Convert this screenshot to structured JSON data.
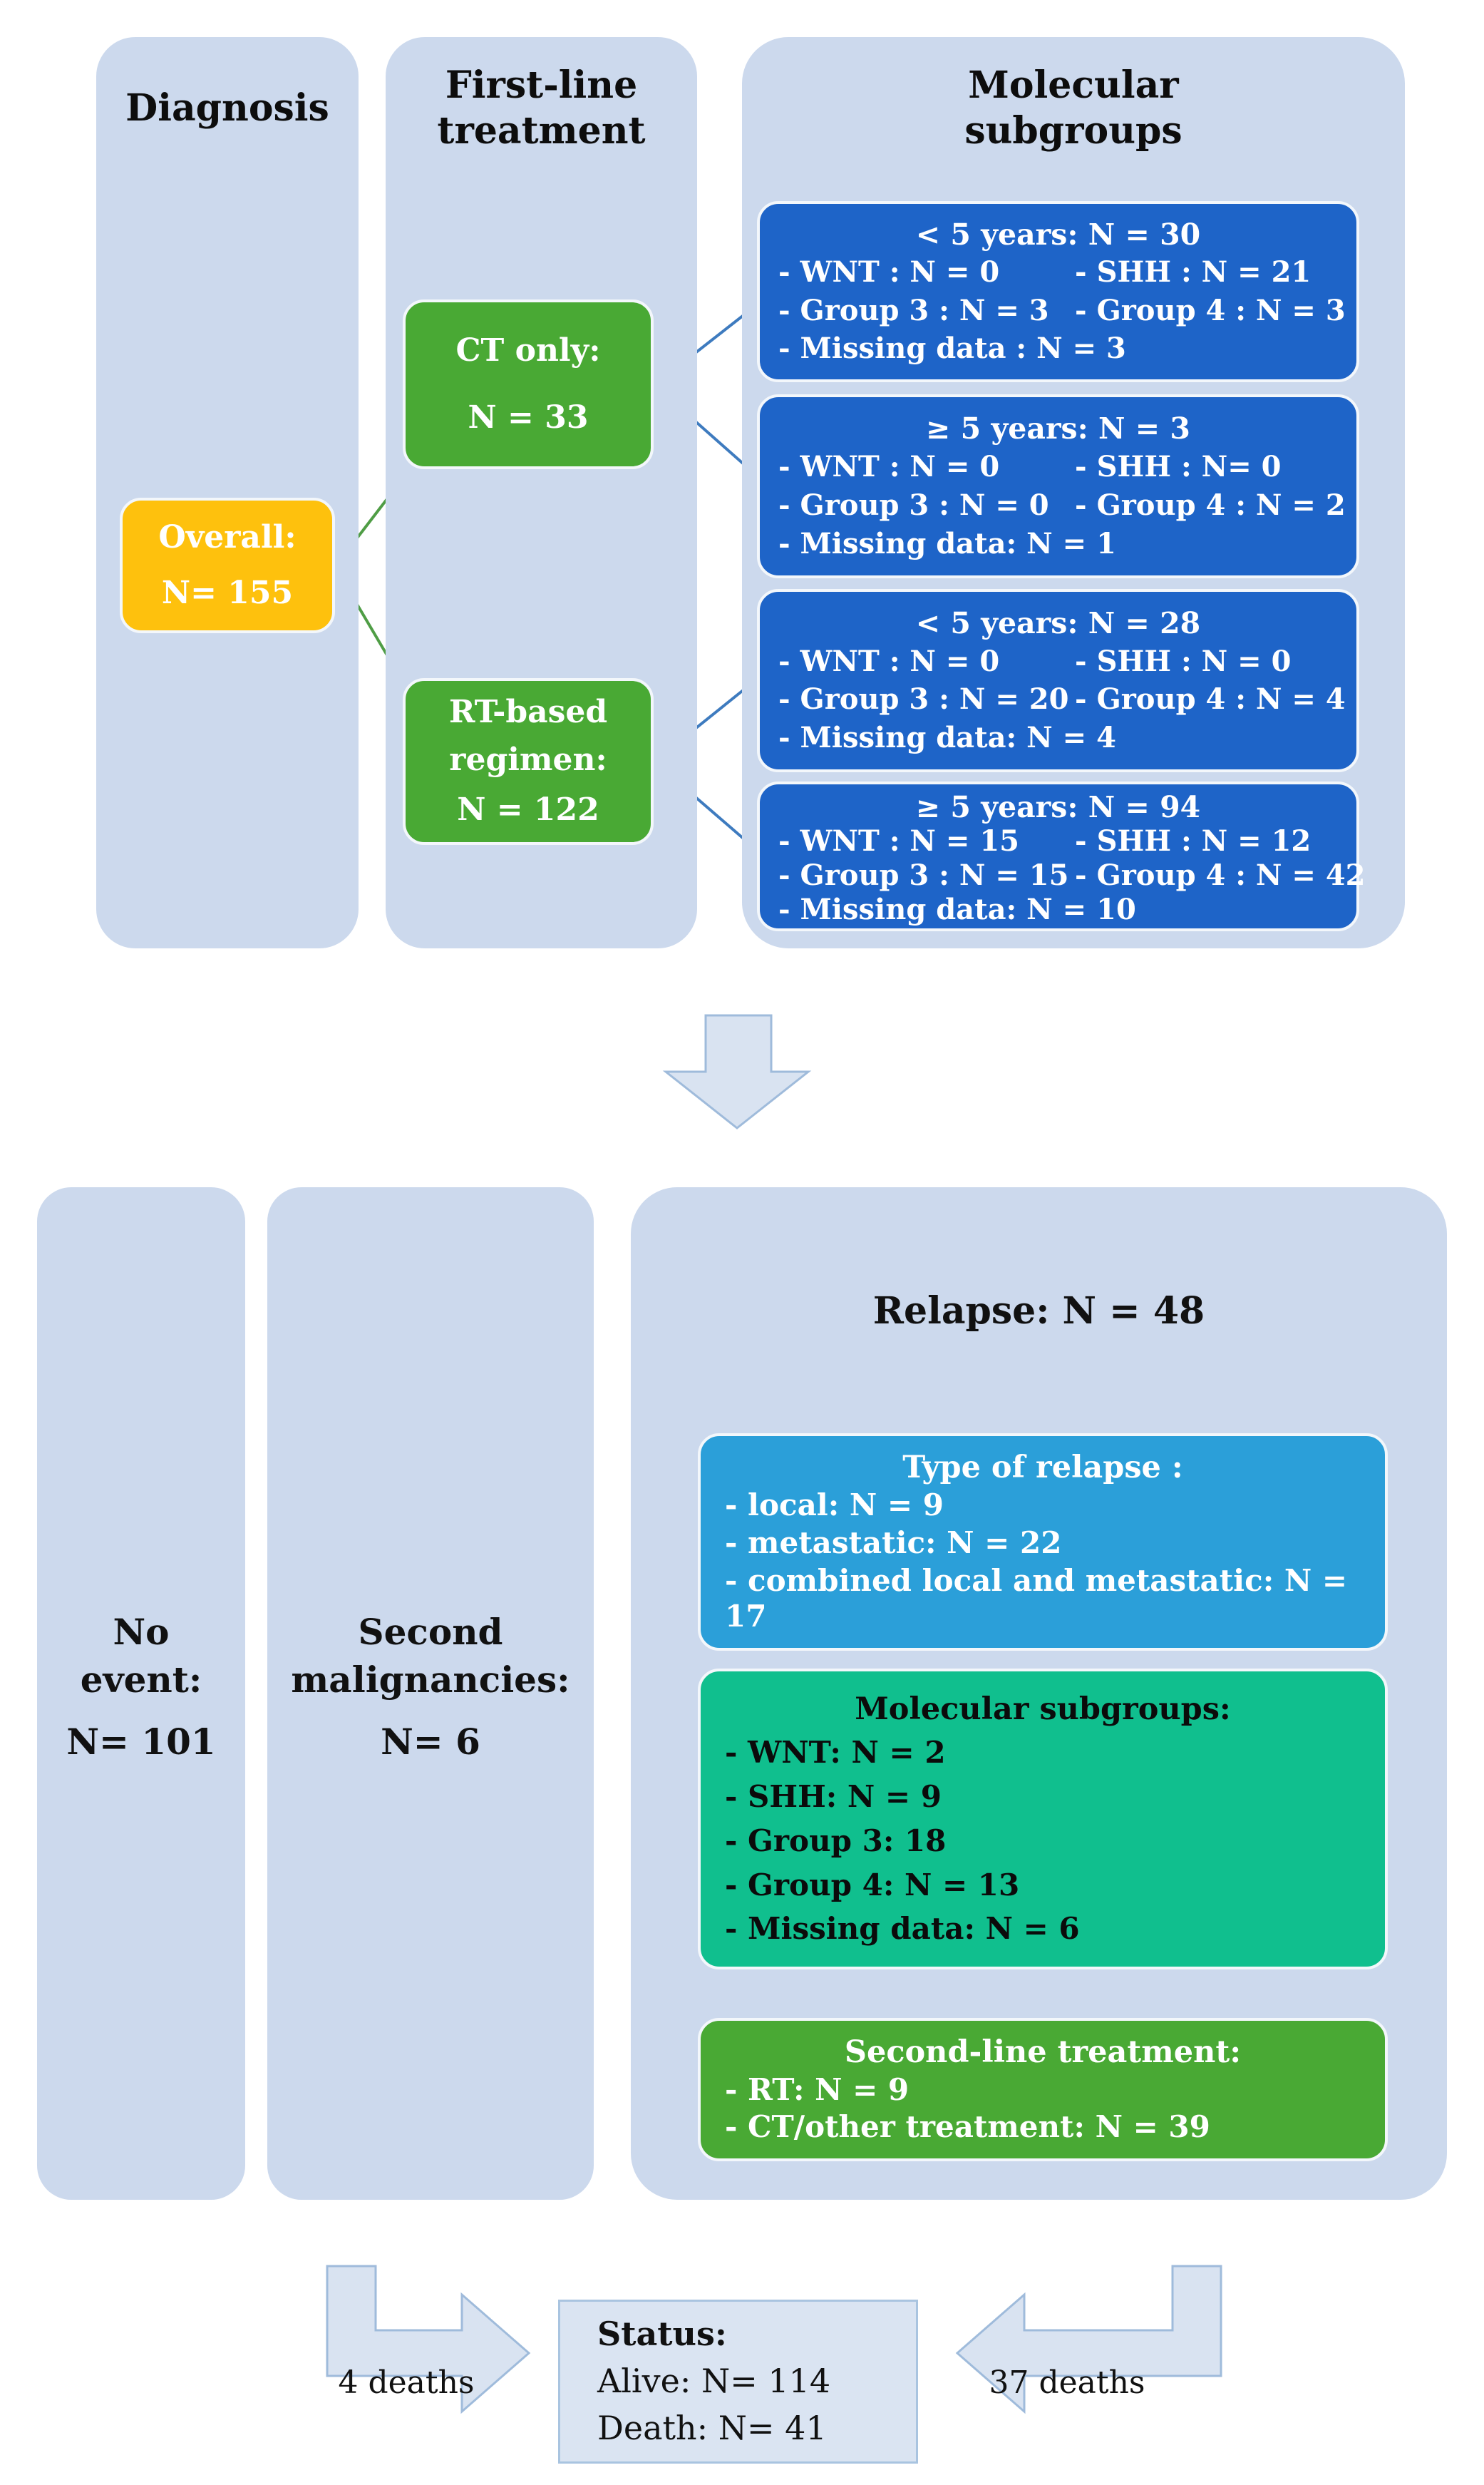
{
  "top": {
    "diagnosis": {
      "header": "Diagnosis",
      "overall": {
        "line1": "Overall:",
        "line2": "N= 155"
      }
    },
    "first_line": {
      "header_line1": "First-line",
      "header_line2": "treatment",
      "ct_box": {
        "line1": "CT only:",
        "line2": "N = 33"
      },
      "rt_box": {
        "line1": "RT-based",
        "line2": "regimen:",
        "line3": "N = 122"
      }
    },
    "molecular": {
      "header_line1": "Molecular",
      "header_line2": "subgroups",
      "boxes": [
        {
          "title": "< 5 years: N = 30",
          "items": [
            "- WNT : N = 0",
            "- SHH : N = 21",
            "- Group 3 : N = 3",
            "- Group 4 : N = 3"
          ],
          "missing": "- Missing data : N = 3"
        },
        {
          "title": "≥ 5 years: N = 3",
          "items": [
            "- WNT : N = 0",
            "- SHH : N= 0",
            "- Group 3 : N = 0",
            "- Group 4 : N = 2"
          ],
          "missing": "- Missing data: N = 1"
        },
        {
          "title": "< 5 years: N = 28",
          "items": [
            "- WNT : N = 0",
            "- SHH : N = 0",
            "- Group 3 : N = 20",
            "- Group 4 : N = 4"
          ],
          "missing": "- Missing data: N = 4"
        },
        {
          "title": "≥ 5 years: N = 94",
          "items": [
            "- WNT : N = 15",
            "- SHH : N = 12",
            "- Group 3 : N = 15",
            "- Group 4 : N = 42"
          ],
          "missing": "- Missing data: N = 10"
        }
      ]
    }
  },
  "bottom": {
    "no_event": {
      "line1": "No",
      "line2": "event:",
      "line3": "N= 101"
    },
    "second_malignancies": {
      "line1": "Second",
      "line2": "malignancies:",
      "line3": "N= 6"
    },
    "relapse": {
      "title": "Relapse: N = 48",
      "type_box": {
        "title": "Type of relapse :",
        "items": [
          "- local: N = 9",
          "- metastatic: N = 22",
          "- combined local and  metastatic:  N = 17"
        ]
      },
      "subgroup_box": {
        "title": "Molecular subgroups:",
        "items": [
          "- WNT: N = 2",
          "- SHH: N = 9",
          "- Group 3: 18",
          "- Group 4: N = 13",
          "- Missing data: N = 6"
        ]
      },
      "second_line_box": {
        "title": "Second-line treatment:",
        "items": [
          "- RT: N = 9",
          "- CT/other treatment: N = 39"
        ]
      }
    }
  },
  "footer": {
    "left_arrow_label": "4 deaths",
    "right_arrow_label": "37 deaths",
    "status": {
      "title": "Status:",
      "alive": "Alive: N= 114",
      "death": "Death: N= 41"
    }
  },
  "colors": {
    "panel_blue": "#ccd9ed",
    "dark_blue": "#1e64c8",
    "cyan_blue": "#2b9fd9",
    "teal": "#10bf8e",
    "green": "#49a934",
    "yellow": "#fec10d",
    "arrow_fill": "#d9e3f1"
  }
}
